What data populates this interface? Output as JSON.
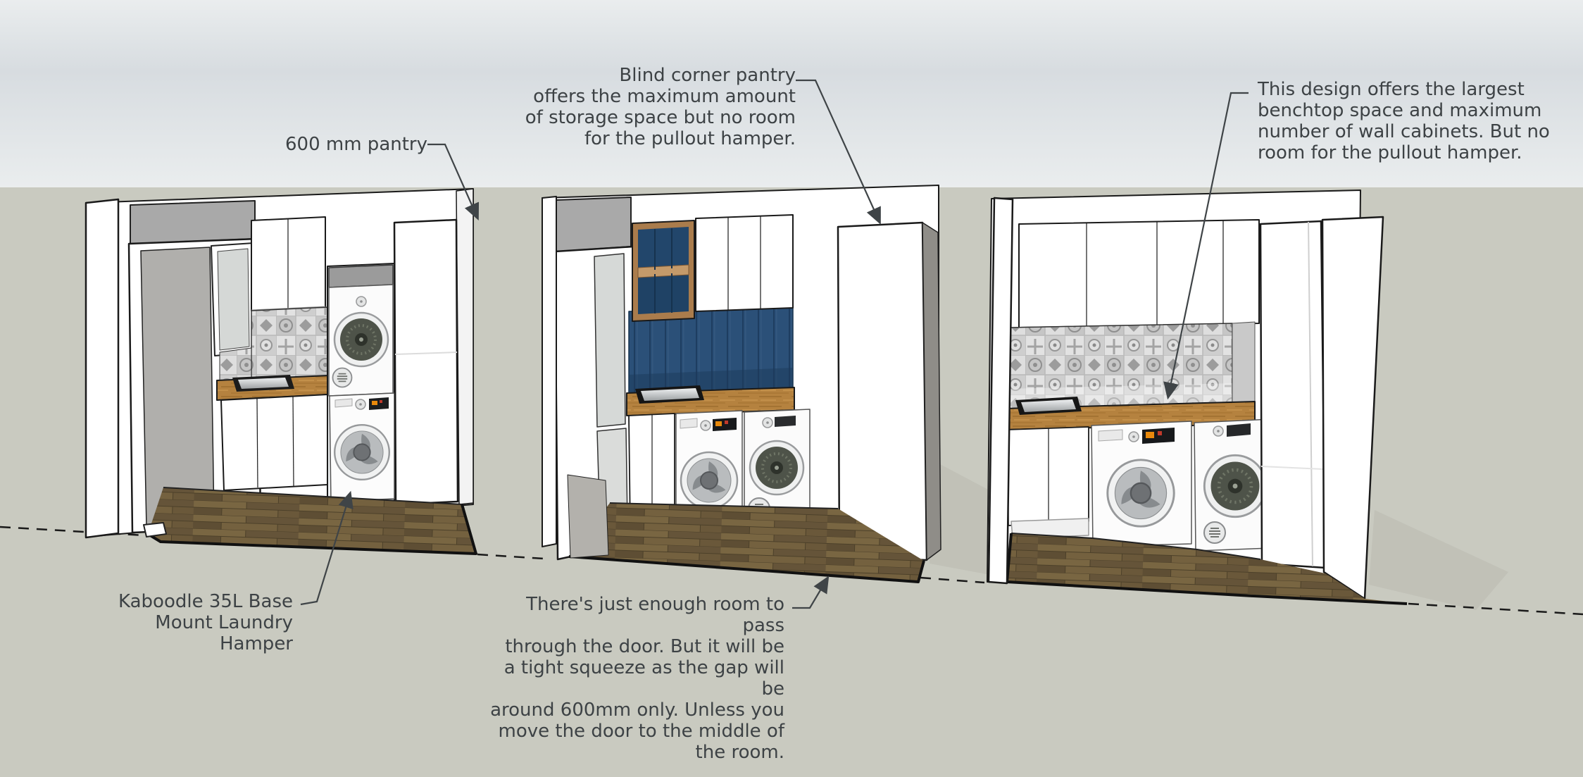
{
  "annotations": {
    "pantry_600": "600 mm pantry",
    "blind_corner": "Blind corner pantry\noffers the maximum amount\nof storage space but no room\nfor the pullout hamper.",
    "largest_benchtop": "This design offers the largest\nbenchtop space and maximum\nnumber of wall cabinets. But no\nroom for the pullout hamper.",
    "kaboodle_hamper": "Kaboodle 35L Base\nMount Laundry Hamper",
    "door_gap": "There's just enough room to pass\nthrough the door. But it will be\na tight squeeze as the gap will be\naround 600mm only. Unless you\nmove the door to the middle of\nthe room."
  },
  "colors": {
    "annotation_text": "#3d4245",
    "leader_line": "#3f4447",
    "navy_splashback": "#2b5078",
    "bench_wood": "#b5823f",
    "floor_wood": "#6e5c3c",
    "ground": "#c9cac0",
    "sky": "#d8dde1",
    "cabinet_white": "#ffffff",
    "soffit_gray": "#a9a9a9"
  }
}
